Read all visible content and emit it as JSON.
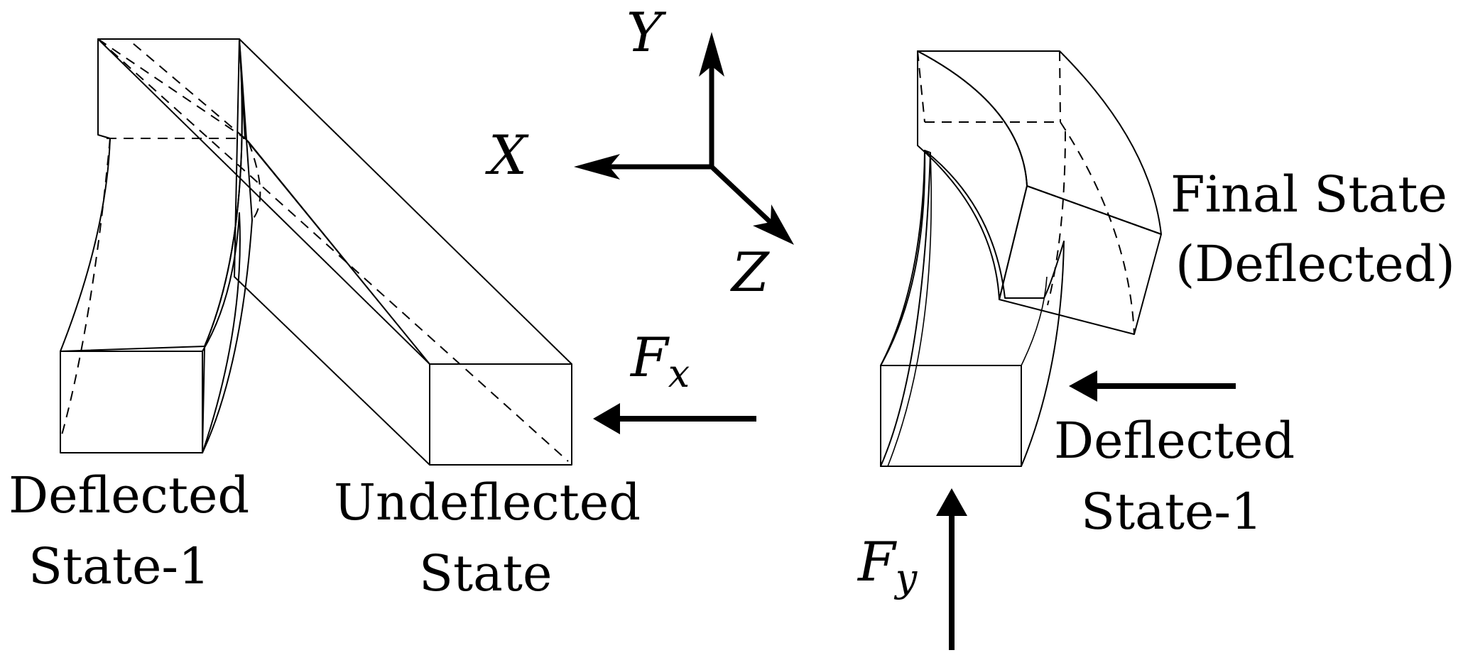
{
  "figure": {
    "colors": {
      "undeflected_fill": "#e6e6e6",
      "deflected_state1_fill": "#999999",
      "final_state_fill": "#cccccc",
      "line": "#000000",
      "background": "#ffffff"
    },
    "axes": {
      "x_label": "X",
      "y_label": "Y",
      "z_label": "Z"
    },
    "forces": {
      "fx": {
        "symbol": "F",
        "subscript": "x",
        "direction": "-X"
      },
      "fy": {
        "symbol": "F",
        "subscript": "y",
        "direction": "+Y"
      }
    },
    "left_panel": {
      "labels": {
        "deflected_line1": "Deflected",
        "deflected_line2": "State-1",
        "undeflected_line1": "Undeflected",
        "undeflected_line2": "State"
      }
    },
    "right_panel": {
      "labels": {
        "final_line1": "Final State",
        "final_line2": "(Deflected)",
        "deflected_line1": "Deflected",
        "deflected_line2": "State-1"
      }
    }
  }
}
